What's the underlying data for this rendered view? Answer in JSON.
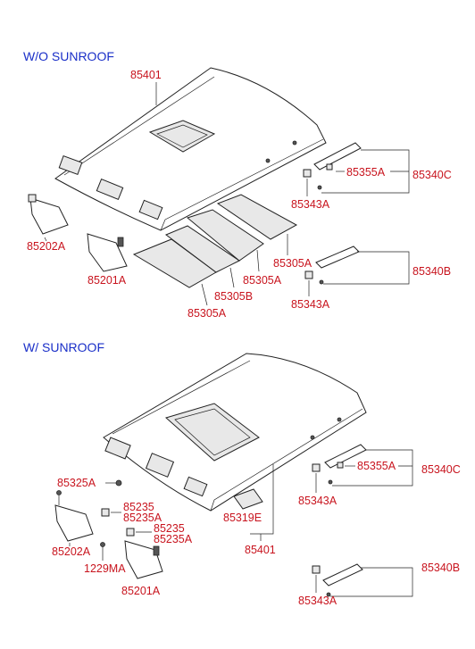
{
  "sections": {
    "top_heading": "W/O SUNROOF",
    "bottom_heading": "W/ SUNROOF"
  },
  "labels_top": {
    "headlining": "85401",
    "visor_left": "85202A",
    "visor_right": "85201A",
    "pad_a1": "85305A",
    "pad_a2": "85305A",
    "pad_a3": "85305A",
    "pad_b": "85305B",
    "handle_front": "85355A",
    "handle_assy_c": "85340C",
    "cap_front": "85343A",
    "handle_assy_b": "85340B",
    "cap_rear": "85343A"
  },
  "labels_bottom": {
    "clip": "85325A",
    "holder_1": "85235",
    "holder_1a": "85235A",
    "holder_2": "85235",
    "holder_2a": "85235A",
    "visor_left": "85202A",
    "screw": "1229MA",
    "visor_right": "85201A",
    "pad": "85319E",
    "headlining": "85401",
    "handle_front": "85355A",
    "handle_assy_c": "85340C",
    "cap_front": "85343A",
    "handle_assy_b": "85340B",
    "cap_rear": "85343A"
  },
  "colors": {
    "heading": "#1a2fc8",
    "label": "#c8141e",
    "line": "#222222"
  }
}
